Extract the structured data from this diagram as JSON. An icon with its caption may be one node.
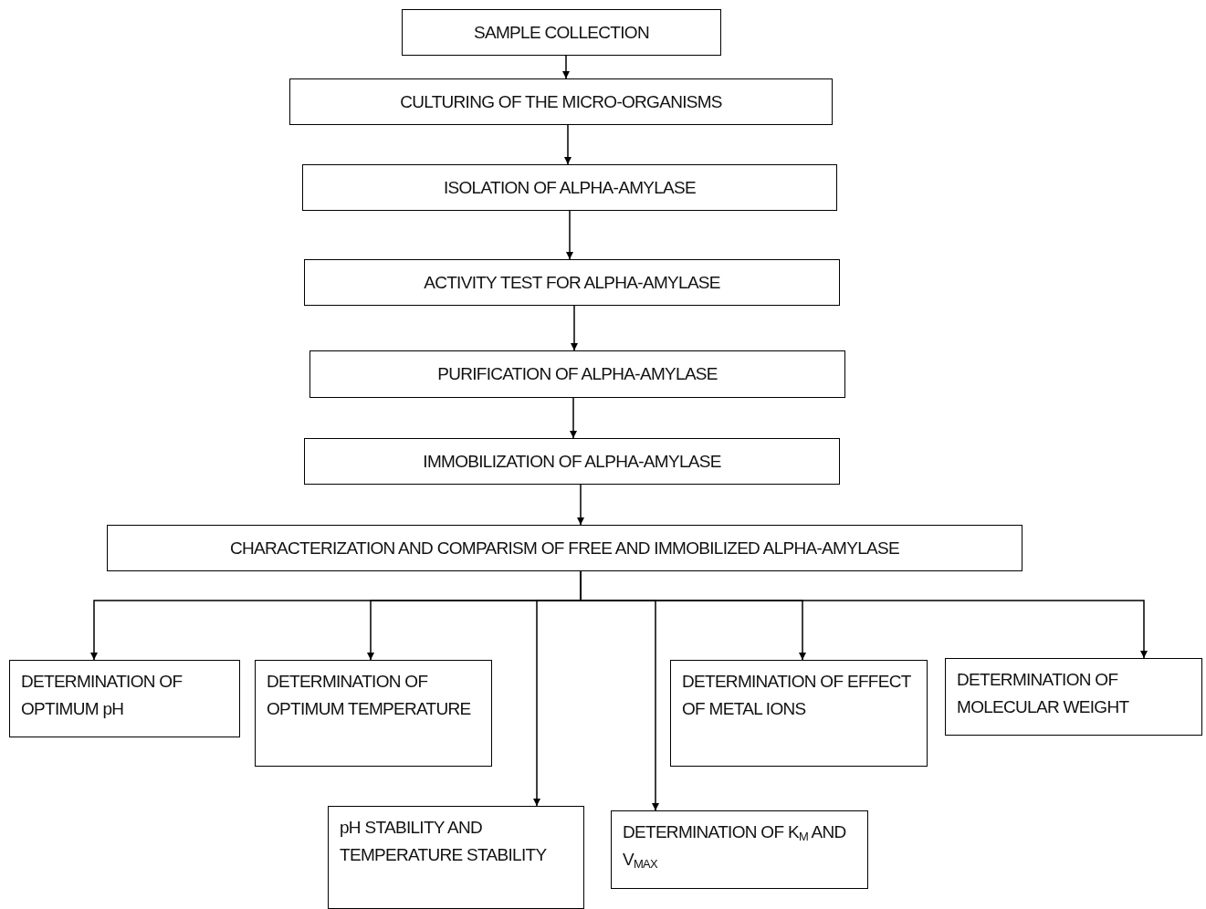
{
  "diagram": {
    "nodes": [
      {
        "text": [
          "SAMPLE COLLECTION"
        ]
      },
      {
        "text": [
          "CULTURING OF THE MICRO-ORGANISMS"
        ]
      },
      {
        "text": [
          "ISOLATION OF ALPHA-AMYLASE"
        ]
      },
      {
        "text": [
          "ACTIVITY TEST FOR ALPHA-AMYLASE"
        ]
      },
      {
        "text": [
          "PURIFICATION OF ALPHA-AMYLASE"
        ]
      },
      {
        "text": [
          "IMMOBILIZATION  OF ALPHA-AMYLASE"
        ]
      },
      {
        "text": [
          "CHARACTERIZATION AND COMPARISM OF FREE AND IMMOBILIZED ALPHA-AMYLASE"
        ]
      },
      {
        "text": [
          "DETERMINATION OF OPTIMUM pH"
        ]
      },
      {
        "text": [
          "DETERMINATION OF OPTIMUM TEMPERATURE"
        ]
      },
      {
        "text": [
          "pH STABILITY AND TEMPERATURE STABILITY"
        ]
      },
      {
        "text": [
          "DETERMINATION OF K$_{M}$ AND V$_{MAX}$"
        ]
      },
      {
        "text": [
          "DETERMINATION OF EFFECT OF METAL IONS"
        ]
      },
      {
        "text": [
          "DETERMINATION OF MOLECULAR WEIGHT"
        ]
      }
    ],
    "edges": [
      {
        "from": 0,
        "to": 1,
        "arrow": "to"
      },
      {
        "from": 1,
        "to": 2,
        "arrow": "to"
      },
      {
        "from": 2,
        "to": 3,
        "arrow": "to"
      },
      {
        "from": 3,
        "to": 4,
        "arrow": "to"
      },
      {
        "from": 4,
        "to": 5,
        "arrow": "to"
      },
      {
        "from": 5,
        "to": 6,
        "arrow": "to"
      },
      {
        "from": 6,
        "to": 7,
        "arrow": "to"
      },
      {
        "from": 6,
        "to": 8,
        "arrow": "to"
      },
      {
        "from": 6,
        "to": 9,
        "arrow": "to"
      },
      {
        "from": 6,
        "to": 10,
        "arrow": "to"
      },
      {
        "from": 6,
        "to": 11,
        "arrow": "to"
      },
      {
        "from": 6,
        "to": 12,
        "arrow": "to"
      }
    ]
  }
}
